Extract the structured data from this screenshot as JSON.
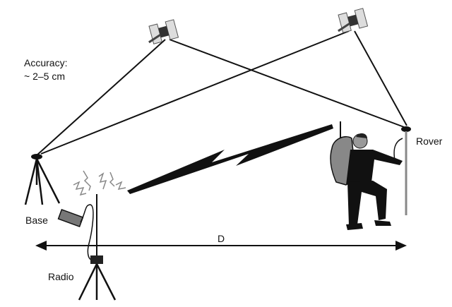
{
  "labels": {
    "accuracy_line1": "Accuracy:",
    "accuracy_line2": "~ 2–5 cm",
    "base": "Base",
    "radio": "Radio",
    "rover": "Rover",
    "distance": "D"
  }
}
